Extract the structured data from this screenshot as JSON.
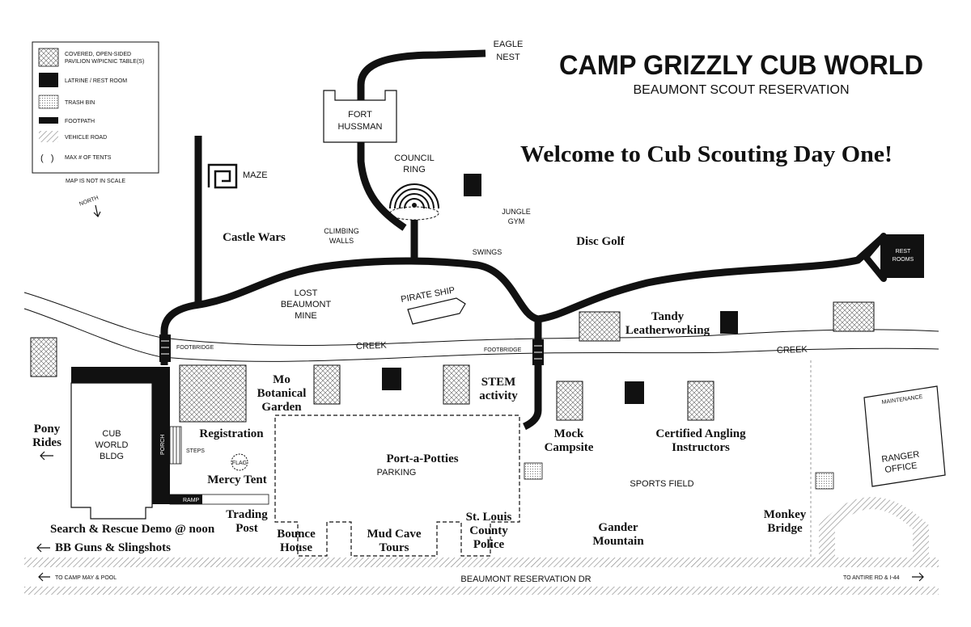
{
  "header": {
    "title": "CAMP GRIZZLY CUB WORLD",
    "subtitle": "BEAUMONT SCOUT RESERVATION",
    "welcome": "Welcome to Cub Scouting Day One!"
  },
  "legend": {
    "items": [
      {
        "label1": "COVERED, OPEN-SIDED",
        "label2": "PAVILION W/PICNIC TABLE(S)",
        "icon": "pavilion-swatch"
      },
      {
        "label1": "LATRINE / REST ROOM",
        "label2": "",
        "icon": "latrine-swatch"
      },
      {
        "label1": "TRASH BIN",
        "label2": "",
        "icon": "trash-swatch"
      },
      {
        "label1": "FOOTPATH",
        "label2": "",
        "icon": "footpath-swatch"
      },
      {
        "label1": "VEHICLE ROAD",
        "label2": "",
        "icon": "road-swatch"
      },
      {
        "label1": "MAX # OF TENTS",
        "label2": "",
        "icon": "parentheses-icon"
      }
    ],
    "note": "MAP IS NOT IN SCALE",
    "north": "NORTH"
  },
  "labels": {
    "eagle1": "EAGLE",
    "eagle2": "NEST",
    "fort1": "FORT",
    "fort2": "HUSSMAN",
    "council1": "COUNCIL",
    "council2": "RING",
    "maze": "MAZE",
    "jungle1": "JUNGLE",
    "jungle2": "GYM",
    "climbing1": "CLIMBING",
    "climbing2": "WALLS",
    "swings": "SWINGS",
    "rest1": "REST",
    "rest2": "ROOMS",
    "pirate": "PIRATE SHIP",
    "mine1": "LOST",
    "mine2": "BEAUMONT",
    "mine3": "MINE",
    "footbridge_left": "FOOTBRIDGE",
    "footbridge_right": "FOOTBRIDGE",
    "creek_left": "CREEK",
    "creek_right": "CREEK",
    "bldg1": "CUB",
    "bldg2": "WORLD",
    "bldg3": "BLDG",
    "porch": "PORCH",
    "steps": "STEPS",
    "flag": "FLAG",
    "ramp": "RAMP",
    "parking": "PARKING",
    "sports": "SPORTS FIELD",
    "maintenance": "MAINTENANCE",
    "ranger1": "RANGER",
    "ranger2": "OFFICE",
    "road": "BEAUMONT RESERVATION DR",
    "to_camp_may": "TO CAMP MAY & POOL",
    "to_antire": "TO ANTIRE RD & I-44"
  },
  "activities": {
    "castle": "Castle Wars",
    "disc": "Disc Golf",
    "tandy1": "Tandy",
    "tandy2": "Leatherworking",
    "mo1": "Mo",
    "mo2": "Botanical",
    "mo3": "Garden",
    "stem1": "STEM",
    "stem2": "activity",
    "pony1": "Pony",
    "pony2": "Rides",
    "registration": "Registration",
    "mercy": "Mercy Tent",
    "trading1": "Trading",
    "trading2": "Post",
    "potties": "Port-a-Potties",
    "mock1": "Mock",
    "mock2": "Campsite",
    "angling1": "Certified Angling",
    "angling2": "Instructors",
    "bounce1": "Bounce",
    "bounce2": "House",
    "mud1": "Mud Cave",
    "mud2": "Tours",
    "police1": "St. Louis",
    "police2": "County",
    "police3": "Police",
    "gander1": "Gander",
    "gander2": "Mountain",
    "monkey1": "Monkey",
    "monkey2": "Bridge",
    "search": "Search & Rescue Demo @ noon",
    "bb": "BB Guns & Slingshots"
  }
}
